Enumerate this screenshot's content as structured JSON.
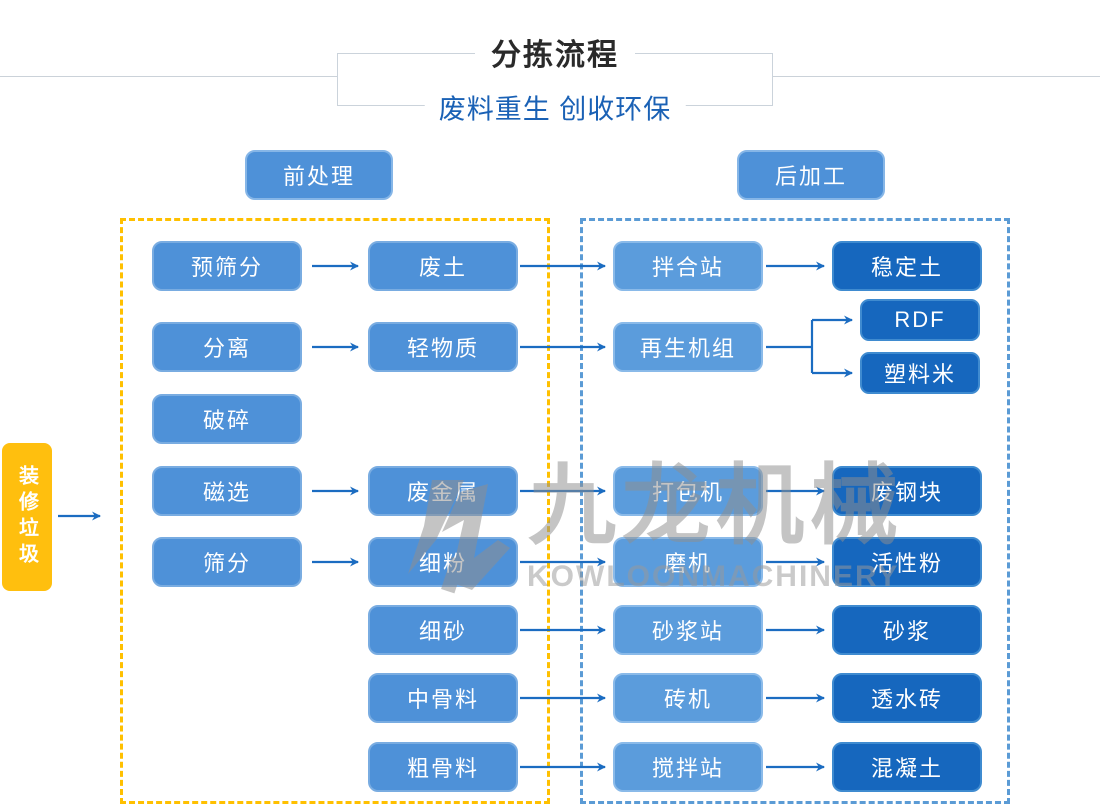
{
  "header": {
    "title": "分拣流程",
    "subtitle": "废料重生 创收环保"
  },
  "sections": {
    "pre_label": "前处理",
    "post_label": "后加工"
  },
  "source_label": "装修垃圾",
  "nodes": {
    "pre_screen": "预筛分",
    "waste_soil": "废土",
    "separation": "分离",
    "light_material": "轻物质",
    "crushing": "破碎",
    "magnetic_select": "磁选",
    "waste_metal": "废金属",
    "screening": "筛分",
    "fine_powder": "细粉",
    "fine_sand": "细砂",
    "mid_aggregate": "中骨料",
    "coarse_aggregate": "粗骨料",
    "mixing_station": "拌合站",
    "stabilized_soil": "稳定土",
    "regen_unit": "再生机组",
    "rdf": "RDF",
    "plastic_pellets": "塑料米",
    "baler": "打包机",
    "waste_steel_block": "废钢块",
    "mill": "磨机",
    "active_powder": "活性粉",
    "mortar_station": "砂浆站",
    "mortar": "砂浆",
    "brick_machine": "砖机",
    "permeable_brick": "透水砖",
    "stirring_station": "搅拌站",
    "concrete": "混凝土"
  },
  "edges": [
    {
      "from": "装修垃圾",
      "to": "前处理"
    },
    {
      "from": "预筛分",
      "to": "废土"
    },
    {
      "from": "分离",
      "to": "轻物质"
    },
    {
      "from": "磁选",
      "to": "废金属"
    },
    {
      "from": "筛分",
      "to": "细粉"
    },
    {
      "from": "废土",
      "to": "拌合站"
    },
    {
      "from": "轻物质",
      "to": "再生机组"
    },
    {
      "from": "废金属",
      "to": "打包机"
    },
    {
      "from": "细粉",
      "to": "磨机"
    },
    {
      "from": "细砂",
      "to": "砂浆站"
    },
    {
      "from": "中骨料",
      "to": "砖机"
    },
    {
      "from": "粗骨料",
      "to": "搅拌站"
    },
    {
      "from": "拌合站",
      "to": "稳定土"
    },
    {
      "from": "再生机组",
      "to": "RDF"
    },
    {
      "from": "再生机组",
      "to": "塑料米"
    },
    {
      "from": "打包机",
      "to": "废钢块"
    },
    {
      "from": "磨机",
      "to": "活性粉"
    },
    {
      "from": "砂浆站",
      "to": "砂浆"
    },
    {
      "from": "砖机",
      "to": "透水砖"
    },
    {
      "from": "搅拌站",
      "to": "混凝土"
    }
  ],
  "watermark": {
    "cn": "九龙机械",
    "en": "KOWLOONMACHINERY"
  },
  "colors": {
    "node_light": "#4E91D8",
    "node_mid": "#5B9CDC",
    "node_dark": "#1667BE",
    "dashed_pre": "#FFC000",
    "dashed_post": "#5B9BD5",
    "source_bg": "#FFBF0E",
    "arrow": "#1B6CC1",
    "subtitle_blue": "#1A61B5",
    "title_dark": "#2A2A2A",
    "watermark_gray": "#9A9A9A"
  }
}
